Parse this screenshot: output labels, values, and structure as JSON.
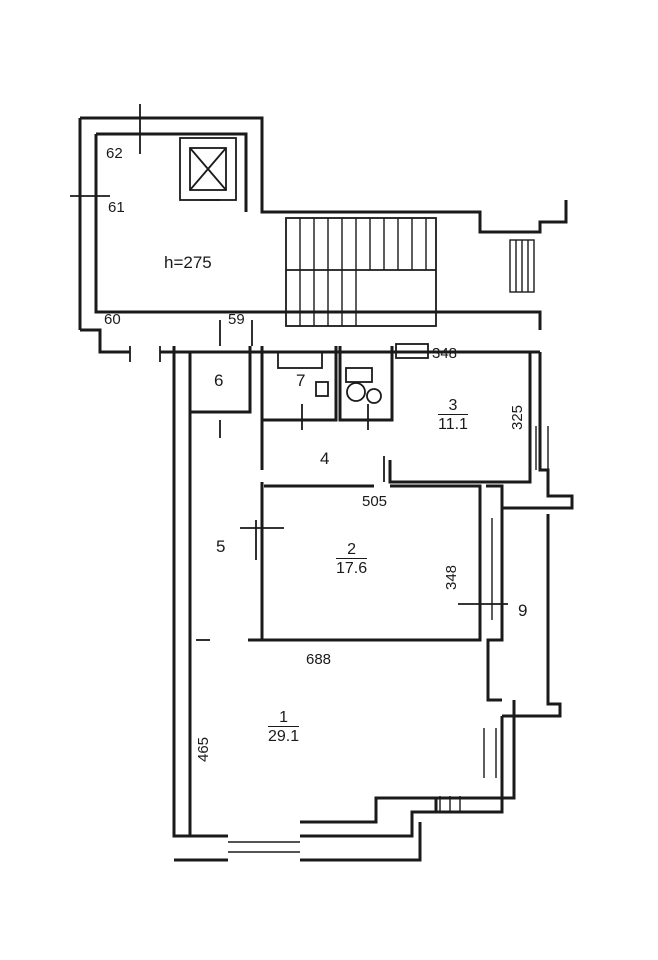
{
  "plan": {
    "height_label": "h=275",
    "rooms": [
      {
        "id": "1",
        "number": "1",
        "area": "29.1"
      },
      {
        "id": "2",
        "number": "2",
        "area": "17.6"
      },
      {
        "id": "3",
        "number": "3",
        "area": "11.1"
      },
      {
        "id": "4",
        "number": "4"
      },
      {
        "id": "5",
        "number": "5"
      },
      {
        "id": "6",
        "number": "6"
      },
      {
        "id": "7",
        "number": "7"
      },
      {
        "id": "9",
        "number": "9"
      }
    ],
    "wall_marks": [
      "62",
      "61",
      "60",
      "59"
    ],
    "dimensions": [
      "348",
      "325",
      "505",
      "348",
      "688",
      "465"
    ]
  }
}
